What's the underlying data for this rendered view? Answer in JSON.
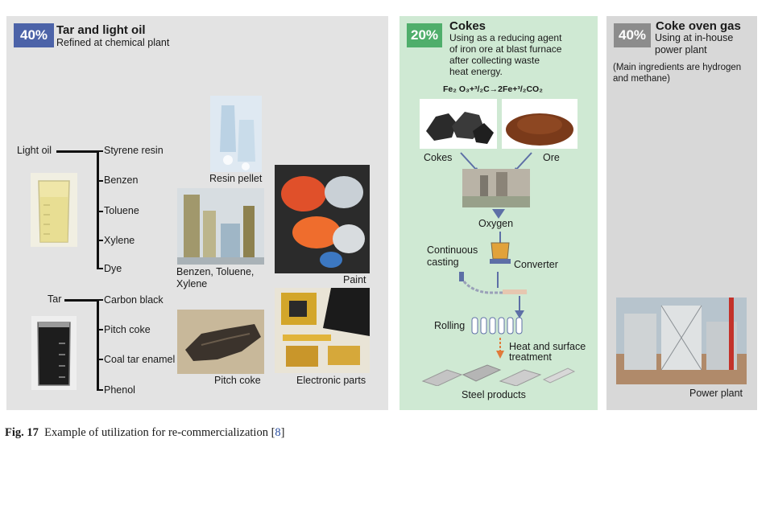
{
  "tar_panel": {
    "percent": "40%",
    "title": "Tar and light oil",
    "subtitle": "Refined at chemical plant",
    "light_oil_label": "Light oil",
    "light_oil_products": [
      "Styrene resin",
      "Benzen",
      "Toluene",
      "Xylene",
      "Dye"
    ],
    "tar_label": "Tar",
    "tar_products": [
      "Carbon black",
      "Pitch coke",
      "Coal tar enamel",
      "Phenol"
    ],
    "photo_labels": {
      "resin_pellet": "Resin pellet",
      "btx_line1": "Benzen, Toluene,",
      "btx_line2": "Xylene",
      "paint": "Paint",
      "pitch_coke": "Pitch coke",
      "electronic_parts": "Electronic parts"
    }
  },
  "cokes_panel": {
    "percent": "20%",
    "title": "Cokes",
    "desc_lines": [
      "Using as a reducing agent",
      "of iron ore at blast furnace",
      "after collecting waste",
      "heat energy."
    ],
    "equation": "Fe₂ O₃+³/₂C→2Fe+³/₂CO₂",
    "cokes_label": "Cokes",
    "ore_label": "Ore",
    "oxygen_label": "Oxygen",
    "continuous_casting_line1": "Continuous",
    "continuous_casting_line2": "casting",
    "converter_label": "Converter",
    "rolling_label": "Rolling",
    "heat_line1": "Heat and surface",
    "heat_line2": "treatment",
    "steel_label": "Steel products"
  },
  "gas_panel": {
    "percent": "40%",
    "title": "Coke oven gas",
    "desc_lines": [
      "Using at in-house",
      "power plant"
    ],
    "note_lines": [
      "(Main ingredients are hydrogen",
      "and methane)"
    ],
    "power_plant_label": "Power plant"
  },
  "caption": {
    "fig_label": "Fig. 17",
    "text": "Example of utilization for re-commercialization [",
    "ref": "8",
    "close": "]"
  }
}
